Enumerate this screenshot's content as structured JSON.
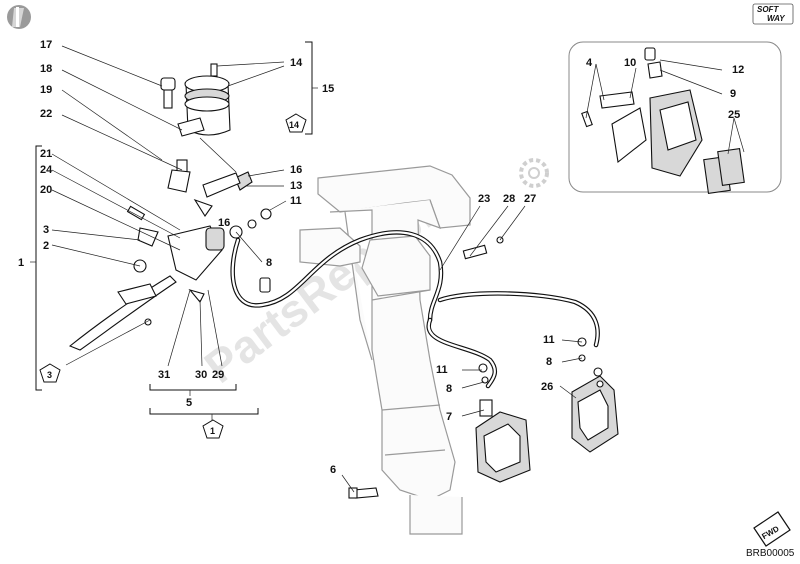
{
  "diagram": {
    "code": "BRB00005",
    "watermark": "PartsRepublik",
    "brand_logo_top": "SOFT",
    "brand_logo_bottom": "WAY",
    "direction_badge": "FWD",
    "callouts": {
      "c1": "1",
      "c2": "2",
      "c3": "3",
      "c4": "4",
      "c5": "5",
      "c6": "6",
      "c7": "7",
      "c8a": "8",
      "c8b": "8",
      "c8c": "8",
      "c9": "9",
      "c10": "10",
      "c11a": "11",
      "c11b": "11",
      "c11c": "11",
      "c12": "12",
      "c13": "13",
      "c14a": "14",
      "c14b": "14",
      "c15": "15",
      "c16a": "16",
      "c16b": "16",
      "c17": "17",
      "c18": "18",
      "c19": "19",
      "c20": "20",
      "c21": "21",
      "c22": "22",
      "c23": "23",
      "c24": "24",
      "c25": "25",
      "c26": "26",
      "c27": "27",
      "c28": "28",
      "c29": "29",
      "c30": "30",
      "c31": "31"
    },
    "kit_badges": {
      "k14": "14",
      "k3": "3",
      "k1": "1"
    }
  }
}
